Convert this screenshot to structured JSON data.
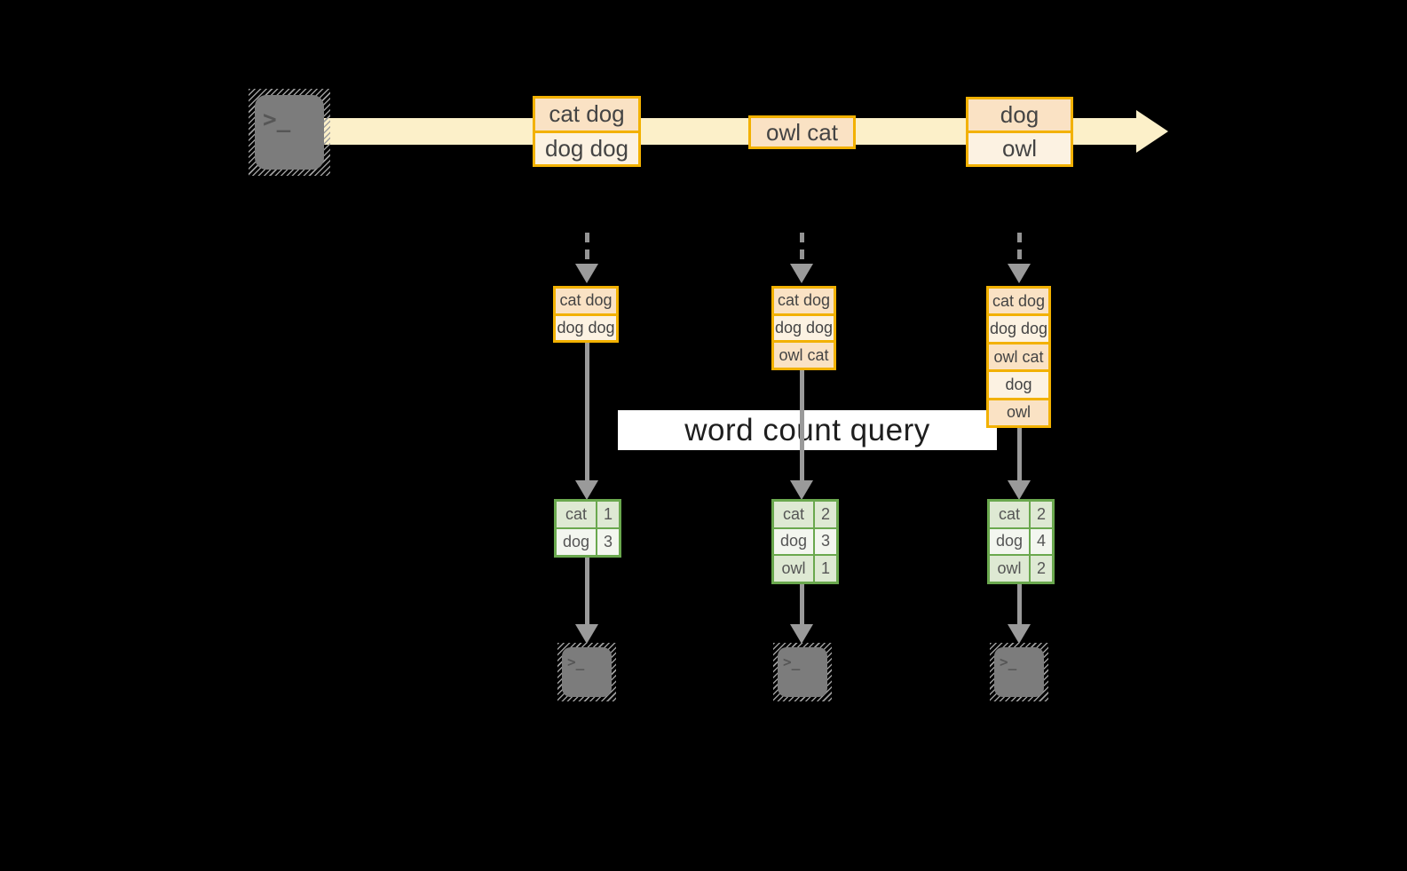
{
  "diagram": {
    "banner_label": "word count query",
    "terminal_glyph": ">_",
    "stream_messages": [
      {
        "rows": [
          "cat dog",
          "dog dog"
        ]
      },
      {
        "rows": [
          "owl cat"
        ]
      },
      {
        "rows": [
          "dog",
          "owl"
        ]
      }
    ],
    "columns": [
      {
        "buffer": [
          "cat dog",
          "dog dog"
        ],
        "counts": [
          [
            "cat",
            "1"
          ],
          [
            "dog",
            "3"
          ]
        ]
      },
      {
        "buffer": [
          "cat dog",
          "dog dog",
          "owl cat"
        ],
        "counts": [
          [
            "cat",
            "2"
          ],
          [
            "dog",
            "3"
          ],
          [
            "owl",
            "1"
          ]
        ]
      },
      {
        "buffer": [
          "cat dog",
          "dog dog",
          "owl cat",
          "dog",
          "owl"
        ],
        "counts": [
          [
            "cat",
            "2"
          ],
          [
            "dog",
            "4"
          ],
          [
            "owl",
            "2"
          ]
        ]
      }
    ],
    "colors": {
      "gold_border": "#f2b100",
      "peach_fill": "#fae2c4",
      "cream_fill": "#fcf2e2",
      "stream_fill": "#fcf0c9",
      "green_border": "#6aa84e",
      "green_row": "#dee9d3",
      "green_row_alt": "#f3f6ef",
      "arrow_gray": "#9a9a9a",
      "background": "#000000",
      "banner_bg": "#ffffff"
    }
  }
}
